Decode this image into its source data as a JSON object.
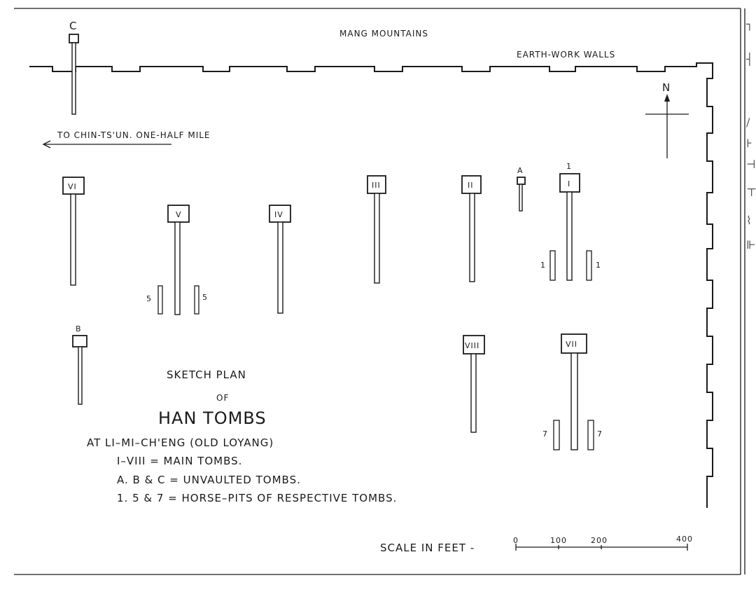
{
  "labels": {
    "mountains": "MANG MOUNTAINS",
    "walls": "EARTH-WORK WALLS",
    "north": "N",
    "road": "TO CHIN-TS'UN. ONE-HALF MILE"
  },
  "title": {
    "line1": "SKETCH PLAN",
    "line2": "OF",
    "line3": "HAN TOMBS",
    "line4": "AT LI–MI–CH'ENG (OLD LOYANG)"
  },
  "legend": {
    "main": "I–VIII = MAIN TOMBS.",
    "unvaulted": "A. B & C = UNVAULTED TOMBS.",
    "pits": "1. 5 & 7 = HORSE–PITS OF RESPECTIVE TOMBS."
  },
  "scale": {
    "label": "SCALE IN FEET -",
    "ticks": [
      "0",
      "100",
      "200",
      "400"
    ]
  },
  "tombs": [
    {
      "id": "I",
      "label": "I",
      "top_label": "1"
    },
    {
      "id": "II",
      "label": "II"
    },
    {
      "id": "III",
      "label": "III"
    },
    {
      "id": "IV",
      "label": "IV"
    },
    {
      "id": "V",
      "label": "V"
    },
    {
      "id": "VI",
      "label": "VI"
    },
    {
      "id": "VII",
      "label": "VII"
    },
    {
      "id": "VIII",
      "label": "VIII"
    }
  ],
  "unvaulted": [
    {
      "id": "A",
      "label": "A"
    },
    {
      "id": "B",
      "label": "B"
    },
    {
      "id": "C",
      "label": "C"
    }
  ],
  "horse_pits": {
    "tomb_I": "1",
    "tomb_V": "5",
    "tomb_VII": "7"
  }
}
